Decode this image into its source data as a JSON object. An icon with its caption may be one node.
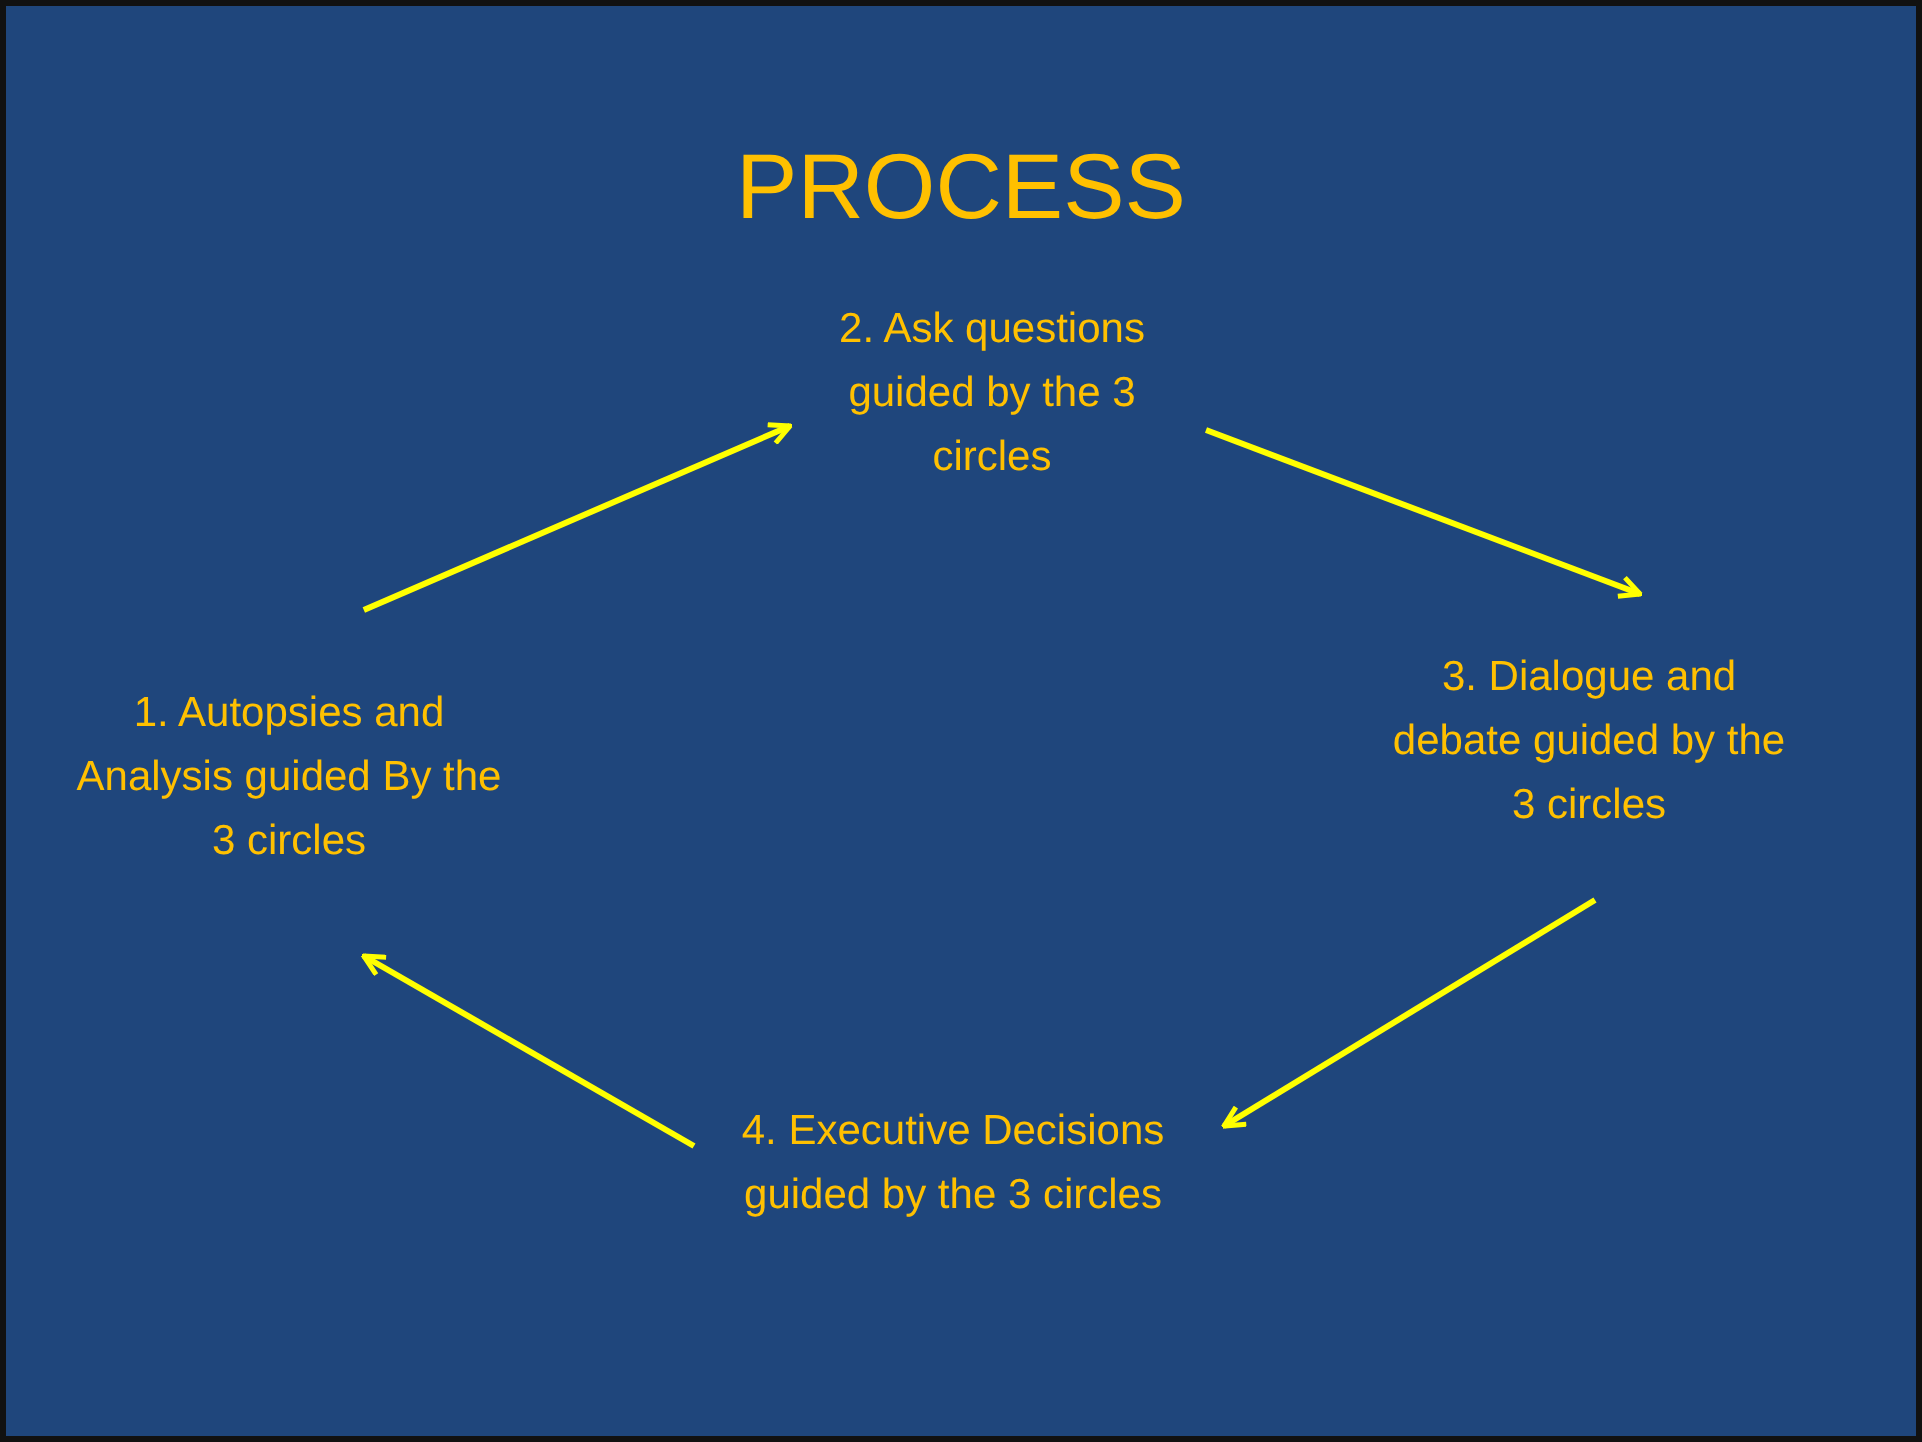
{
  "diagram": {
    "title": "PROCESS",
    "nodes": [
      {
        "text": [
          "1. Autopsies and Analysis guided By the 3 circles"
        ]
      },
      {
        "text": [
          "2. Ask questions guided by the 3 circles"
        ]
      },
      {
        "text": [
          "3. Dialogue and debate guided by the 3 circles"
        ]
      },
      {
        "text": [
          "4. Executive Decisions guided by the 3 circles"
        ]
      }
    ],
    "edges": [
      {
        "from": 0,
        "to": 1,
        "arrow": "to"
      },
      {
        "from": 1,
        "to": 2,
        "arrow": "to"
      },
      {
        "from": 2,
        "to": 3,
        "arrow": "to"
      },
      {
        "from": 3,
        "to": 0,
        "arrow": "to"
      }
    ]
  }
}
